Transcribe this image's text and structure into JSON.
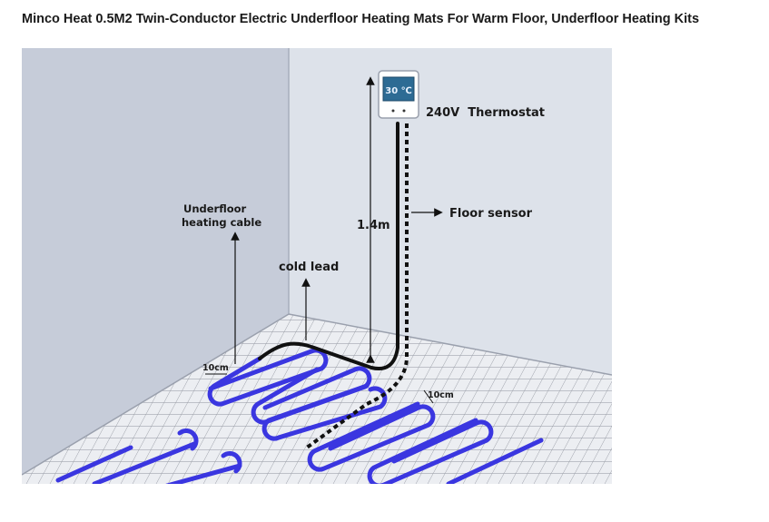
{
  "page_title": "Minco Heat 0.5M2 Twin-Conductor Electric Underfloor Heating Mats For Warm Floor, Underfloor Heating Kits",
  "diagram": {
    "thermostat_display": "30 ℃",
    "thermostat_label": "240V  Thermostat",
    "floor_sensor_label": "Floor sensor",
    "height_label": "1.4m",
    "heating_cable_label_line1": "Underfloor",
    "heating_cable_label_line2": "heating cable",
    "cold_lead_label": "cold lead",
    "spacing_label_left": "10cm",
    "spacing_label_right": "10cm"
  },
  "colors": {
    "wall_left": "#c6ccd9",
    "wall_back": "#dde2ea",
    "floor": "#eceef2",
    "grid": "#8b8f99",
    "heating_cable": "#3a36e0",
    "lead": "#111111"
  }
}
